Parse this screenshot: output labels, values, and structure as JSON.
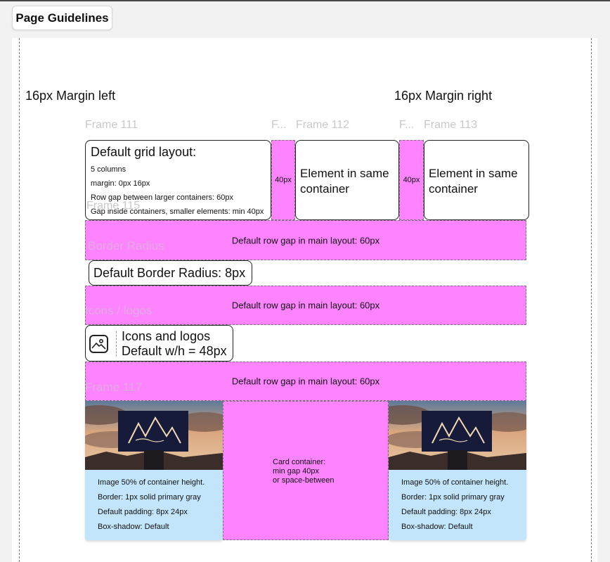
{
  "toolbar": {
    "page_guidelines_label": "Page Guidelines"
  },
  "margins": {
    "left_label": "16px Margin left",
    "right_label": "16px Margin right"
  },
  "frames": {
    "f111": "Frame 111",
    "f_small_1": "F...",
    "f112": "Frame 112",
    "f_small_2": "F...",
    "f113": "Frame 113",
    "f115": "Frame 115",
    "border_radius": "Border Radius",
    "icons_logos": "Icons / logos",
    "f117": "Frame 117"
  },
  "grid": {
    "title": "Default grid layout:",
    "lines": [
      "5 columns",
      "margin: 0px 16px",
      "Row gap between larger containers: 60px",
      "Gap inside containers, smaller elements: min 40px"
    ]
  },
  "gaps": {
    "inner_gap_label": "40px",
    "row_gap_label": "Default row gap in main layout: 60px"
  },
  "elements": {
    "same_container_label": "Element in same container"
  },
  "border_radius": {
    "label": "Default Border Radius: 8px"
  },
  "icons": {
    "line1": "Icons and logos",
    "line2": "Default w/h = 48px",
    "icon": "image-icon"
  },
  "cards": {
    "lines": [
      "Image 50% of container height.",
      "Border: 1px solid primary gray",
      "Default padding: 8px 24px",
      "Box-shadow: Default"
    ],
    "container_lines": [
      "Card container:",
      "min gap 40px",
      "or space-between"
    ]
  },
  "colors": {
    "pink": "#fe83fe",
    "card_blue": "#c3e5fb"
  }
}
